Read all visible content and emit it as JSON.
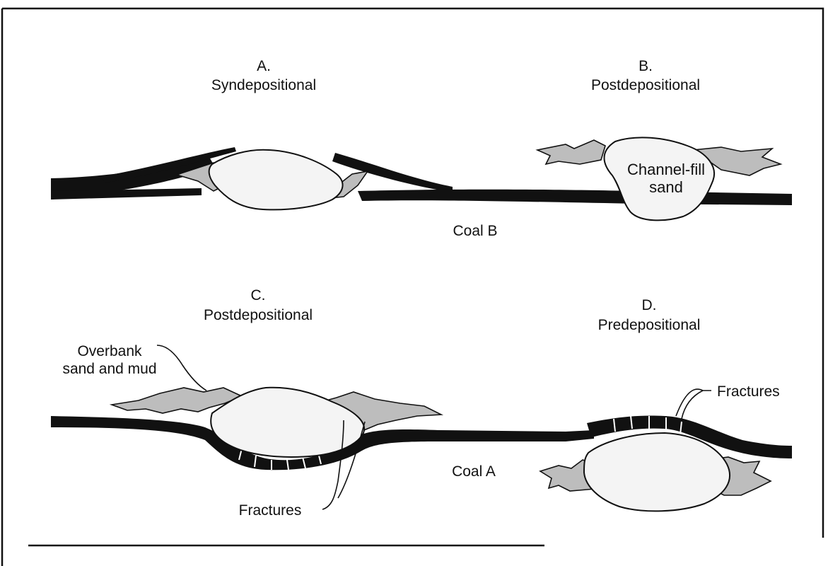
{
  "panels": {
    "a": {
      "letter": "A.",
      "title": "Syndepositional"
    },
    "b": {
      "letter": "B.",
      "title": "Postdepositional",
      "body_label": "Channel-fill",
      "body_label_2": "sand"
    },
    "c": {
      "letter": "C.",
      "title": "Postdepositional",
      "overbank_label": "Overbank",
      "overbank_label_2": "sand and mud",
      "fractures_label": "Fractures"
    },
    "d": {
      "letter": "D.",
      "title": "Predepositional",
      "fractures_label": "Fractures"
    }
  },
  "seams": {
    "upper": "Coal B",
    "lower": "Coal A"
  },
  "colors": {
    "coal": "#111111",
    "sand": "#f4f4f4",
    "overbank": "#bdbdbd",
    "frame": "#111111"
  }
}
